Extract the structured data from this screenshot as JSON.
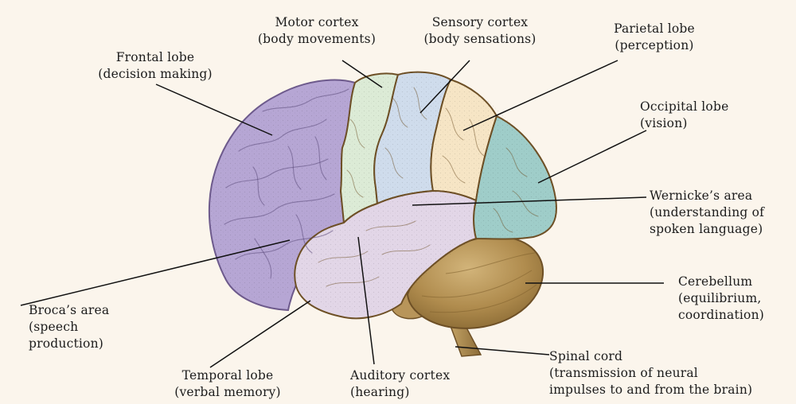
{
  "labels": {
    "motor_cortex": {
      "name": "Motor cortex",
      "desc": "(body movements)"
    },
    "sensory_cortex": {
      "name": "Sensory cortex",
      "desc": "(body sensations)"
    },
    "parietal_lobe": {
      "name": "Parietal lobe",
      "desc": "(perception)"
    },
    "frontal_lobe": {
      "name": "Frontal lobe",
      "desc": "(decision making)"
    },
    "occipital_lobe": {
      "name": "Occipital lobe",
      "desc": "(vision)"
    },
    "wernickes_area": {
      "name": "Wernicke’s area",
      "desc_1": "(understanding of",
      "desc_2": "spoken language)"
    },
    "cerebellum": {
      "name": "Cerebellum",
      "desc_1": "(equilibrium,",
      "desc_2": "coordination)"
    },
    "brocas_area": {
      "name": "Broca’s area",
      "desc_1": "(speech",
      "desc_2": "production)"
    },
    "temporal_lobe": {
      "name": "Temporal lobe",
      "desc": "(verbal memory)"
    },
    "auditory_cortex": {
      "name": "Auditory cortex",
      "desc": "(hearing)"
    },
    "spinal_cord": {
      "name": "Spinal cord",
      "desc_1": "(transmission of neural",
      "desc_2": "impulses to and from the brain)"
    }
  },
  "colors": {
    "background": "#fbf5ec",
    "frontal": "#b6a6d4",
    "motor": "#dcebd6",
    "sensory": "#cfdcec",
    "parietal": "#f6e5c5",
    "occipital": "#9fcdc9",
    "temporal": "#e2d6e7",
    "cerebellum": "#b39256",
    "outline": "#7a5a30",
    "leader_line": "#111111"
  }
}
